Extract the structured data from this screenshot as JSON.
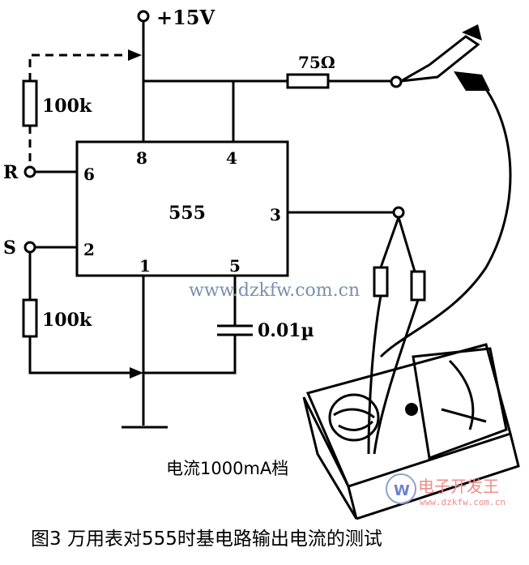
{
  "supply_label": "+15V",
  "resistor_top": "75Ω",
  "resistor_r": "100k",
  "resistor_s": "100k",
  "terminal_r": "R",
  "terminal_s": "S",
  "chip_label": "555",
  "pins": {
    "p8": "8",
    "p4": "4",
    "p6": "6",
    "p2": "2",
    "p3": "3",
    "p1": "1",
    "p5": "5"
  },
  "capacitor_label": "0.01µ",
  "meter_range": "电流1000mA档",
  "watermark_url": "www.dzkfw.com.cn",
  "logo_text": "电子开发王",
  "logo_url": "www.dzkfw.com.cn",
  "caption": "图3  万用表对555时基电路输出电流的测试"
}
